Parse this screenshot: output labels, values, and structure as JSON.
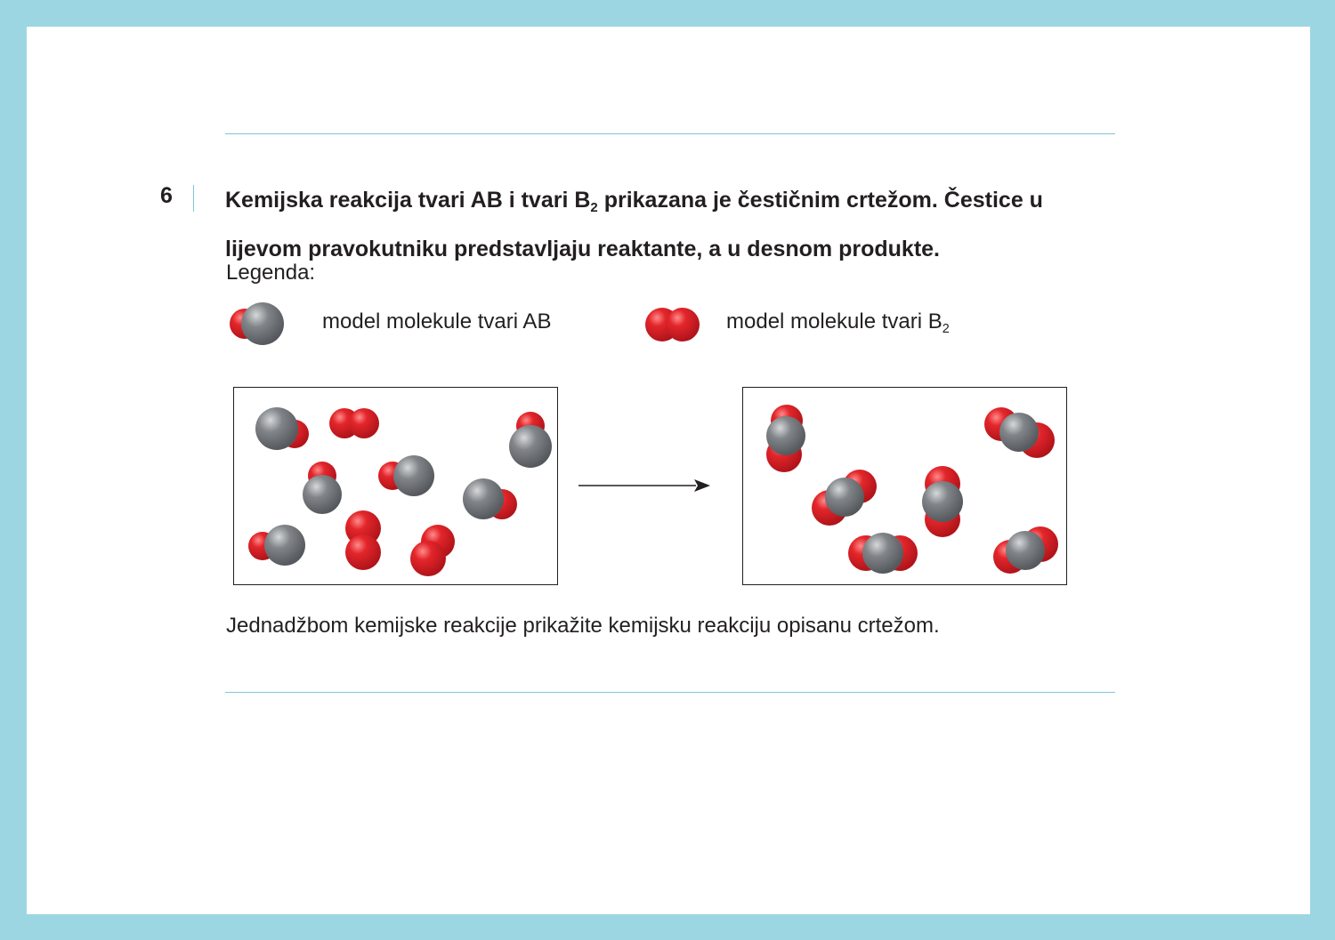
{
  "question": {
    "number": "6",
    "text_part1": "Kemijska reakcija tvari AB i tvari B",
    "subscript": "2",
    "text_part2": " prikazana je čestičnim crtežom. Čestice u lijevom pravokutniku predstavljaju reaktante, a u desnom produkte."
  },
  "legend": {
    "title": "Legenda:",
    "ab_label": "model molekule tvari AB",
    "b2_label": "model molekule tvari B",
    "b2_subscript": "2"
  },
  "instruction": "Jednadžbom kemijske reakcije prikažite kemijsku reakciju opisanu crtežom.",
  "colors": {
    "frame": "#9dd6e3",
    "rule": "#7fc8d6",
    "atom_red": "#e3262b",
    "atom_gray": "#7e8286"
  },
  "reactants": [
    {
      "type": "AB"
    },
    {
      "type": "B2"
    },
    {
      "type": "AB"
    },
    {
      "type": "AB"
    },
    {
      "type": "AB"
    },
    {
      "type": "AB"
    },
    {
      "type": "AB"
    },
    {
      "type": "B2"
    },
    {
      "type": "B2"
    }
  ],
  "products": [
    {
      "type": "BAB"
    },
    {
      "type": "BAB"
    },
    {
      "type": "BAB"
    },
    {
      "type": "BAB"
    },
    {
      "type": "BAB"
    },
    {
      "type": "BAB"
    }
  ]
}
